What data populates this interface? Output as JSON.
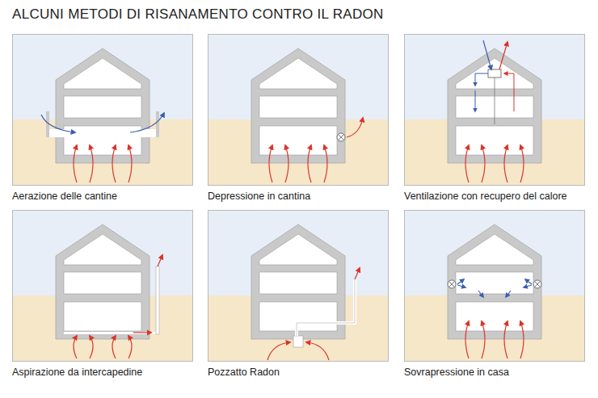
{
  "diagram": {
    "title": "ALCUNI METODI DI RISANAMENTO CONTRO IL RADON",
    "labels": [
      "Aerazione delle cantine",
      "Depressione in cantina",
      "Ventilazione con recupero del calore",
      "Aspirazione da intercapedine",
      "Pozzatto Radon",
      "Sovrapressione in casa"
    ]
  }
}
